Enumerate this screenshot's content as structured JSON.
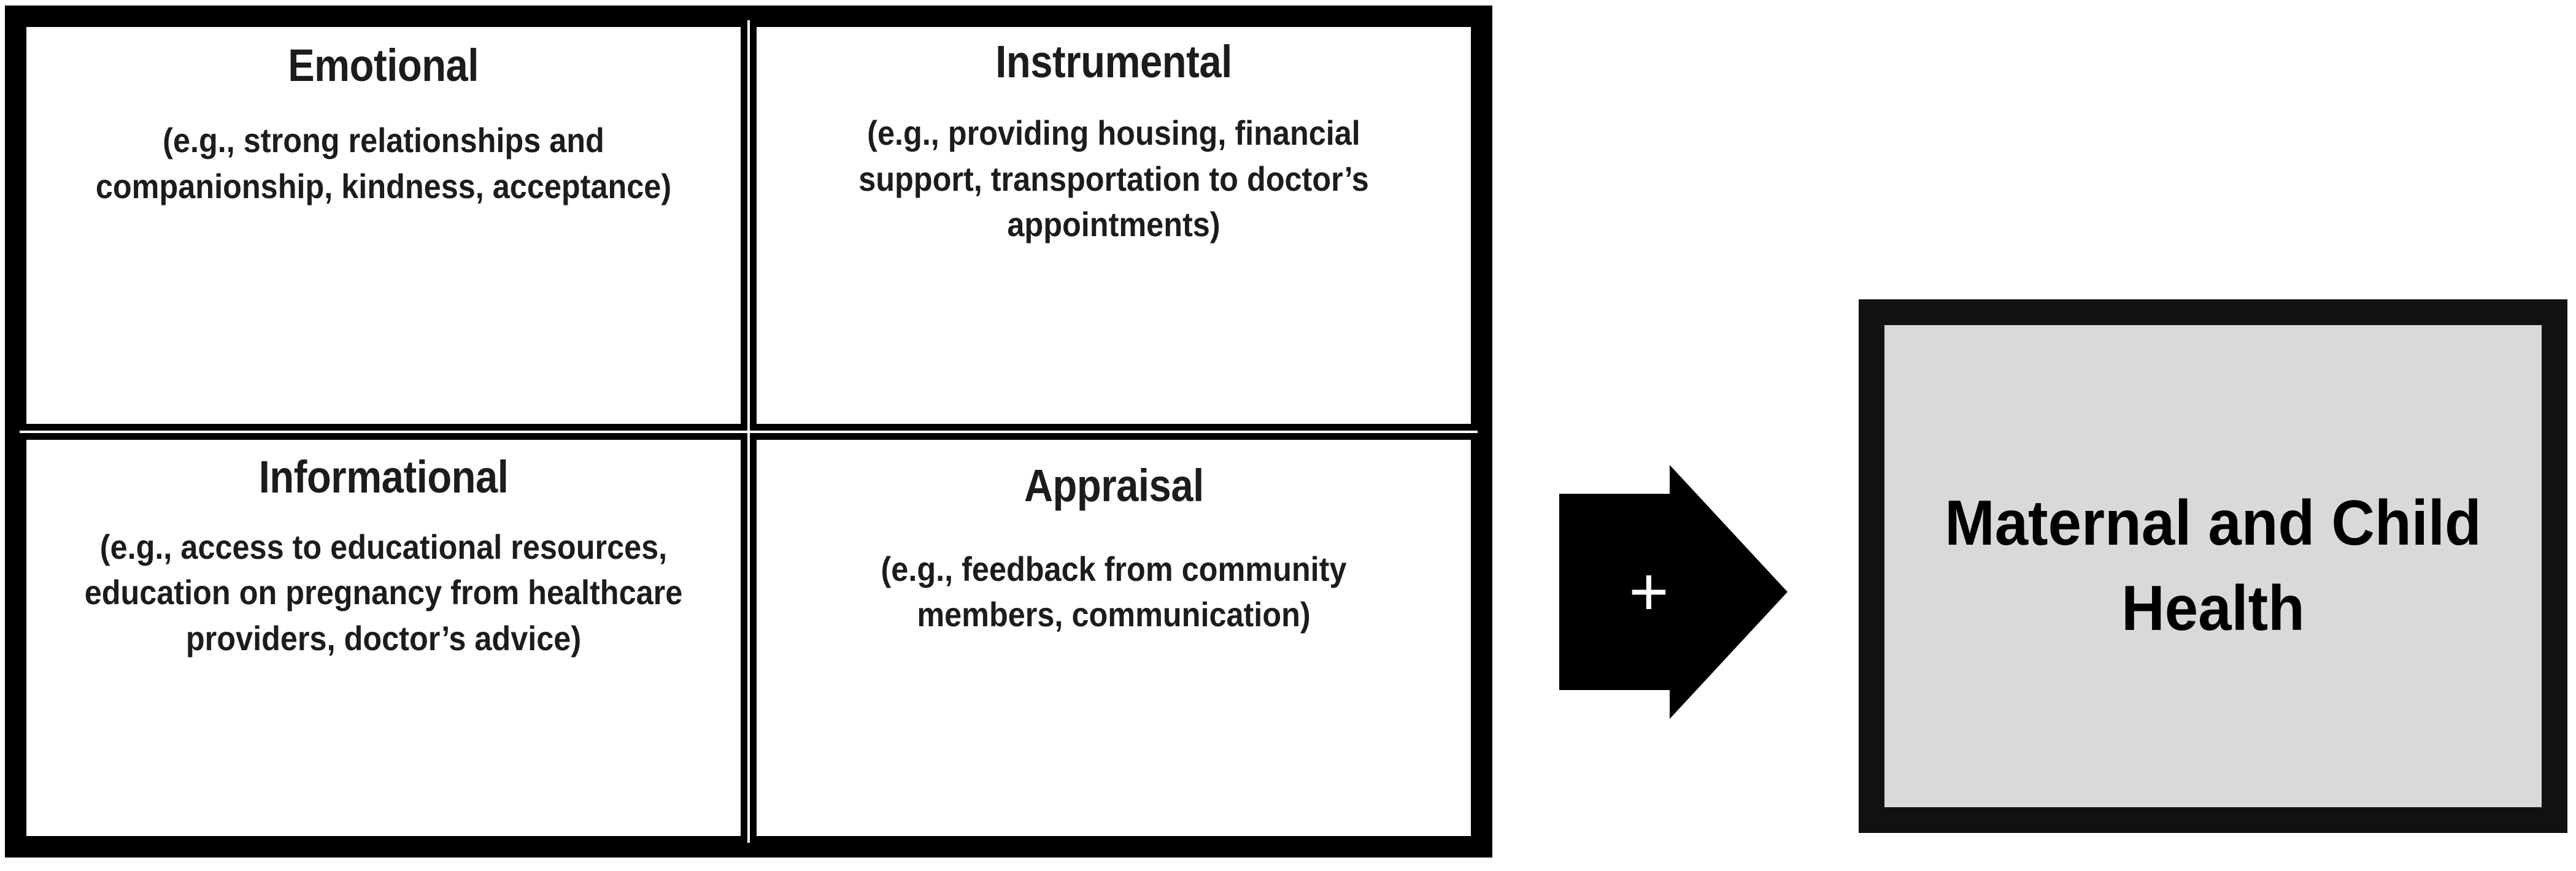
{
  "diagram": {
    "type": "concept-diagram",
    "matrix": {
      "quadrants": [
        {
          "key": "emotional",
          "title": "Emotional",
          "body": "(e.g., strong relationships and companionship, kindness, acceptance)"
        },
        {
          "key": "instrumental",
          "title": "Instrumental",
          "body": "(e.g., providing housing, financial support, transportation to doctor’s appointments)"
        },
        {
          "key": "informational",
          "title": "Informational",
          "body": "(e.g., access to educational resources, education on pregnancy from healthcare providers, doctor’s advice)"
        },
        {
          "key": "appraisal",
          "title": "Appraisal",
          "body": "(e.g., feedback from community members, communication)"
        }
      ]
    },
    "connector": {
      "icon": "right-arrow-icon",
      "symbol": "+"
    },
    "outcome": {
      "label": "Maternal and Child Health"
    },
    "colors": {
      "frame": "#000000",
      "box_border": "#000000",
      "box_fill": "#ffffff",
      "text": "#1c1c1c",
      "arrow": "#000000",
      "plus": "#ffffff",
      "outcome_border": "#111111",
      "outcome_fill": "#d9d9d9",
      "outcome_text": "#000000"
    }
  }
}
